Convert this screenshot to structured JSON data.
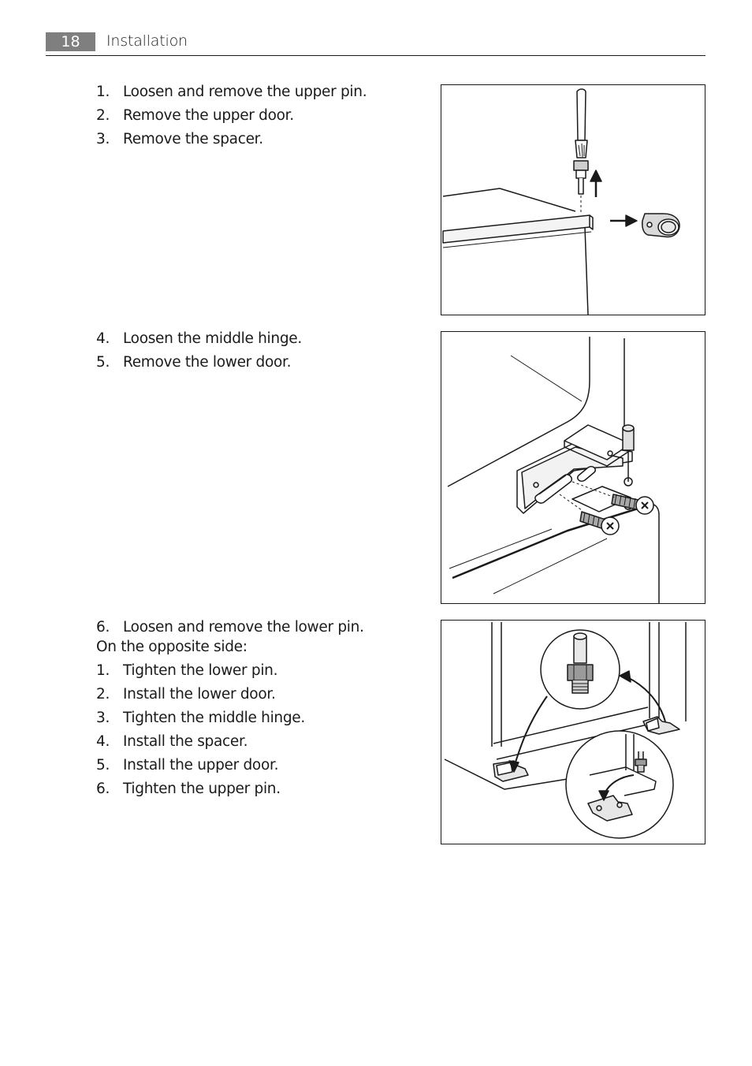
{
  "header": {
    "page_number": "18",
    "section_title": "Installation"
  },
  "group1": {
    "steps": [
      {
        "num": "1.",
        "text": "Loosen and remove the upper pin."
      },
      {
        "num": "2.",
        "text": "Remove the upper door."
      },
      {
        "num": "3.",
        "text": "Remove the spacer."
      }
    ]
  },
  "group2": {
    "steps": [
      {
        "num": "4.",
        "text": "Loosen the middle hinge."
      },
      {
        "num": "5.",
        "text": "Remove the lower door."
      }
    ]
  },
  "group3": {
    "steps_before": [
      {
        "num": "6.",
        "text": "Loosen and remove the lower pin."
      }
    ],
    "subheading": "On the opposite side:",
    "steps_after": [
      {
        "num": "1.",
        "text": "Tighten the lower pin."
      },
      {
        "num": "2.",
        "text": "Install the lower door."
      },
      {
        "num": "3.",
        "text": "Tighten the middle hinge."
      },
      {
        "num": "4.",
        "text": "Install the spacer."
      },
      {
        "num": "5.",
        "text": "Install the upper door."
      },
      {
        "num": "6.",
        "text": "Tighten the upper pin."
      }
    ]
  }
}
